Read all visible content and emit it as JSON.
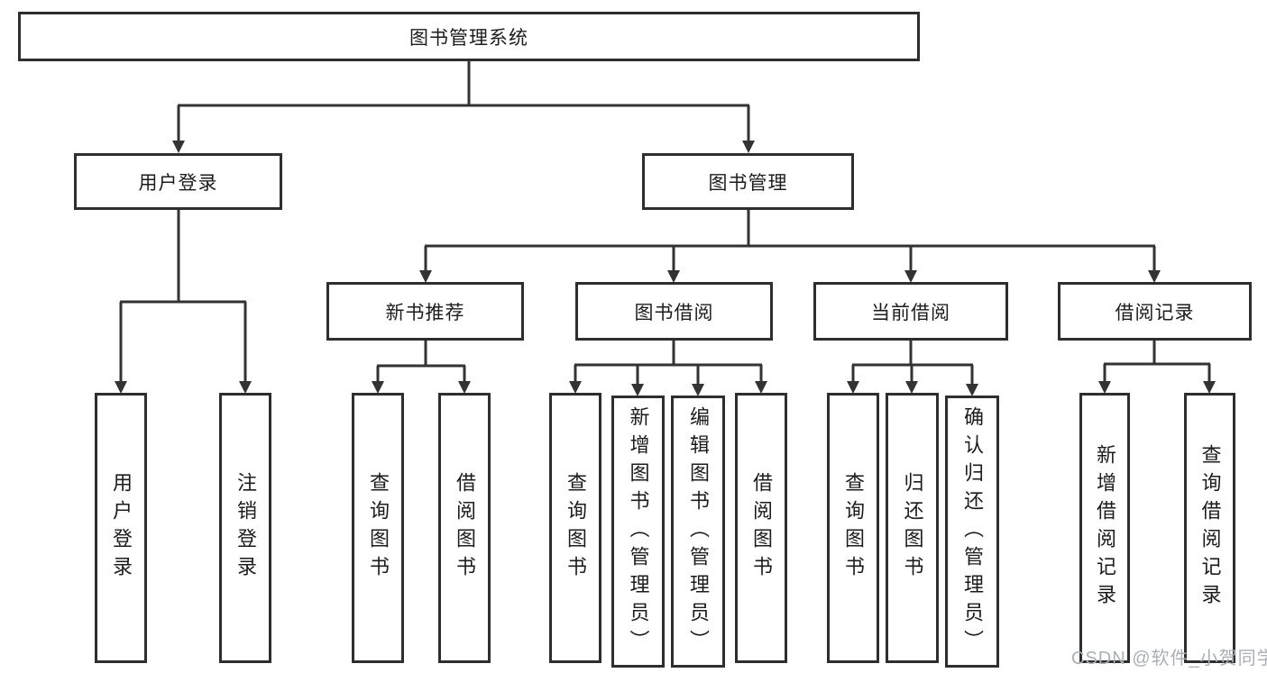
{
  "diagram": {
    "root": {
      "label": "图书管理系统"
    },
    "branches": [
      {
        "label": "用户登录",
        "children": [
          {
            "label": "用户登录"
          },
          {
            "label": "注销登录"
          }
        ]
      },
      {
        "label": "图书管理",
        "children": [
          {
            "label": "新书推荐",
            "children": [
              {
                "label": "查询图书"
              },
              {
                "label": "借阅图书"
              }
            ]
          },
          {
            "label": "图书借阅",
            "children": [
              {
                "label": "查询图书"
              },
              {
                "label": "新增图书（管理员）"
              },
              {
                "label": "编辑图书（管理员）"
              },
              {
                "label": "借阅图书"
              }
            ]
          },
          {
            "label": "当前借阅",
            "children": [
              {
                "label": "查询图书"
              },
              {
                "label": "归还图书"
              },
              {
                "label": "确认归还（管理员）"
              }
            ]
          },
          {
            "label": "借阅记录",
            "children": [
              {
                "label": "新增借阅记录"
              },
              {
                "label": "查询借阅记录"
              }
            ]
          }
        ]
      }
    ]
  },
  "watermark": {
    "text": "CSDN @软件_小贺同学",
    "color": "#aaafb6"
  },
  "colors": {
    "line": "#333333",
    "box_border": "#2e2e2e",
    "text": "#1c1c1c",
    "background": "#ffffff"
  }
}
